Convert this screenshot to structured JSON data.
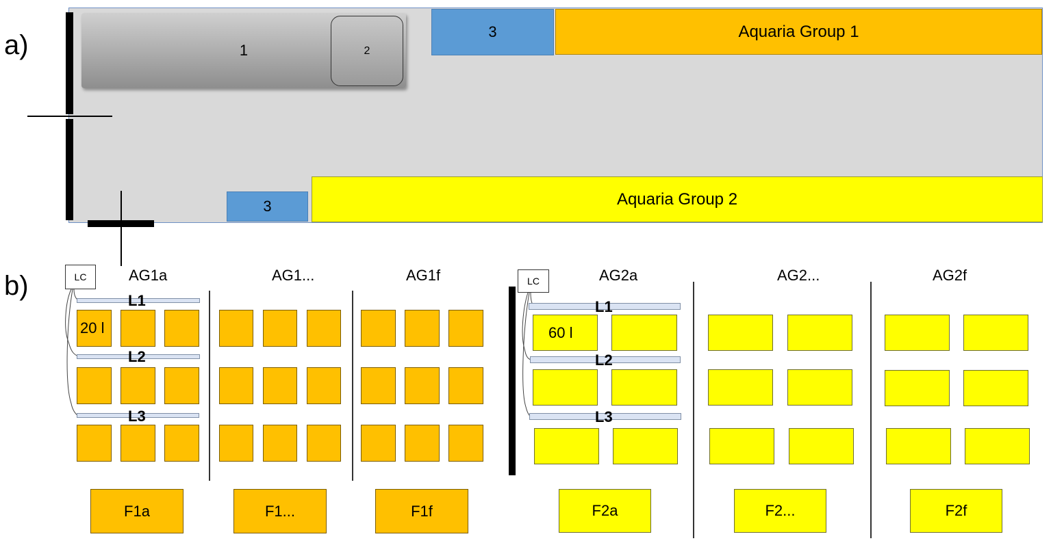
{
  "panel_a": {
    "label": "a)",
    "unit_1": "1",
    "unit_2": "2",
    "unit_3_top": "3",
    "unit_3_bottom": "3",
    "group_1": "Aquaria Group 1",
    "group_2": "Aquaria Group 2"
  },
  "panel_b": {
    "label": "b)",
    "left_block": {
      "controller": "LC",
      "lamps": [
        "L1",
        "L2",
        "L3"
      ],
      "volume": "20 l",
      "sections": [
        "AG1a",
        "AG1...",
        "AG1f"
      ],
      "filters": [
        "F1a",
        "F1...",
        "F1f"
      ]
    },
    "right_block": {
      "controller": "LC",
      "lamps": [
        "L1",
        "L2",
        "L3"
      ],
      "volume": "60 l",
      "sections": [
        "AG2a",
        "AG2...",
        "AG2f"
      ],
      "filters": [
        "F2a",
        "F2...",
        "F2f"
      ]
    }
  },
  "colors": {
    "room": "#d9d9d9",
    "group_1": "#ffc000",
    "group_2": "#ffff00",
    "unit_3": "#5b9bd5"
  }
}
